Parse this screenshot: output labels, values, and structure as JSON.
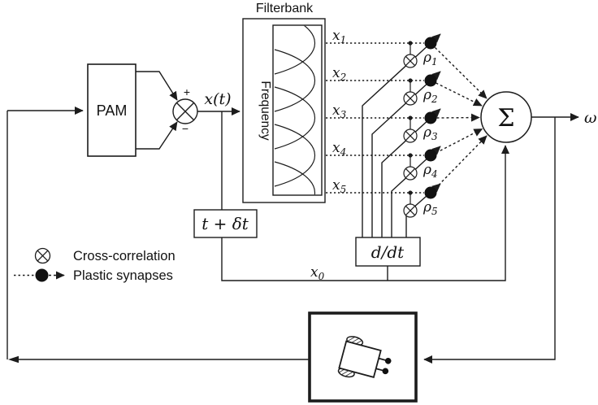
{
  "blocks": {
    "pam": "PAM",
    "delay": "t + δt",
    "derivative": "d/dt",
    "sum": "Σ"
  },
  "summing_junction": {
    "plus": "+",
    "minus": "−"
  },
  "signals": {
    "x_of_t": "x(t)",
    "omega": "ω",
    "x0_base": "x",
    "x0_sub": "0"
  },
  "filterbank": {
    "title": "Filterbank",
    "axis_label": "Frequency"
  },
  "channels": [
    {
      "signal_base": "x",
      "signal_sub": "1",
      "weight_base": "ρ",
      "weight_sub": "1"
    },
    {
      "signal_base": "x",
      "signal_sub": "2",
      "weight_base": "ρ",
      "weight_sub": "2"
    },
    {
      "signal_base": "x",
      "signal_sub": "3",
      "weight_base": "ρ",
      "weight_sub": "3"
    },
    {
      "signal_base": "x",
      "signal_sub": "4",
      "weight_base": "ρ",
      "weight_sub": "4"
    },
    {
      "signal_base": "x",
      "signal_sub": "5",
      "weight_base": "ρ",
      "weight_sub": "5"
    }
  ],
  "legend": {
    "cross_correlation": "Cross-correlation",
    "plastic_synapses": "Plastic synapses"
  },
  "colors": {
    "ink": "#1c1c1c",
    "paper": "#ffffff"
  }
}
